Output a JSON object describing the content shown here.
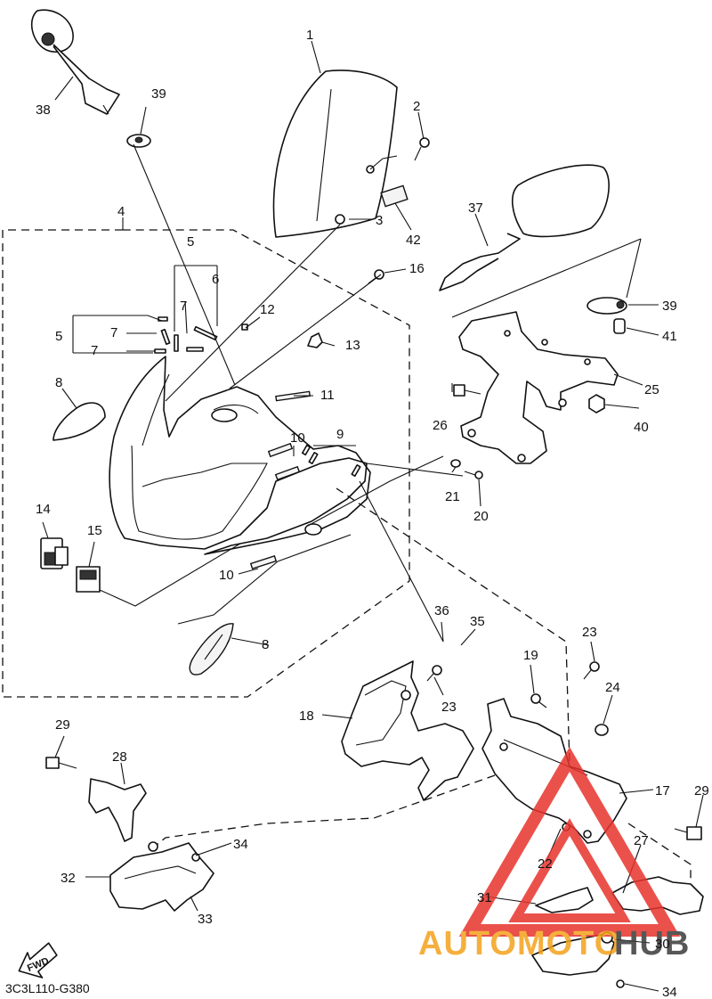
{
  "diagram_code": "3C3L110-G380",
  "direction_label": "FWD",
  "watermark": {
    "brand_left": "AUTOMOTO",
    "brand_right": "HUB",
    "color_red": "#e8332c",
    "color_orange": "#f4a21c",
    "color_dark": "#3a3a3a"
  },
  "callouts": [
    {
      "id": "c1",
      "text": "1"
    },
    {
      "id": "c2",
      "text": "2"
    },
    {
      "id": "c3",
      "text": "3"
    },
    {
      "id": "c4",
      "text": "4"
    },
    {
      "id": "c5a",
      "text": "5"
    },
    {
      "id": "c5b",
      "text": "5"
    },
    {
      "id": "c6",
      "text": "6"
    },
    {
      "id": "c7a",
      "text": "7"
    },
    {
      "id": "c7b",
      "text": "7"
    },
    {
      "id": "c7c",
      "text": "7"
    },
    {
      "id": "c8a",
      "text": "8"
    },
    {
      "id": "c8b",
      "text": "8"
    },
    {
      "id": "c9",
      "text": "9"
    },
    {
      "id": "c10a",
      "text": "10"
    },
    {
      "id": "c10b",
      "text": "10"
    },
    {
      "id": "c11",
      "text": "11"
    },
    {
      "id": "c12",
      "text": "12"
    },
    {
      "id": "c13",
      "text": "13"
    },
    {
      "id": "c14",
      "text": "14"
    },
    {
      "id": "c15",
      "text": "15"
    },
    {
      "id": "c16",
      "text": "16"
    },
    {
      "id": "c17",
      "text": "17"
    },
    {
      "id": "c18",
      "text": "18"
    },
    {
      "id": "c19",
      "text": "19"
    },
    {
      "id": "c20",
      "text": "20"
    },
    {
      "id": "c21",
      "text": "21"
    },
    {
      "id": "c22",
      "text": "22"
    },
    {
      "id": "c23a",
      "text": "23"
    },
    {
      "id": "c23b",
      "text": "23"
    },
    {
      "id": "c24",
      "text": "24"
    },
    {
      "id": "c25",
      "text": "25"
    },
    {
      "id": "c26",
      "text": "26"
    },
    {
      "id": "c27",
      "text": "27"
    },
    {
      "id": "c28",
      "text": "28"
    },
    {
      "id": "c29a",
      "text": "29"
    },
    {
      "id": "c29b",
      "text": "29"
    },
    {
      "id": "c30",
      "text": "30"
    },
    {
      "id": "c31",
      "text": "31"
    },
    {
      "id": "c32",
      "text": "32"
    },
    {
      "id": "c33",
      "text": "33"
    },
    {
      "id": "c34a",
      "text": "34"
    },
    {
      "id": "c34b",
      "text": "34"
    },
    {
      "id": "c35",
      "text": "35"
    },
    {
      "id": "c36",
      "text": "36"
    },
    {
      "id": "c37",
      "text": "37"
    },
    {
      "id": "c38",
      "text": "38"
    },
    {
      "id": "c39a",
      "text": "39"
    },
    {
      "id": "c39b",
      "text": "39"
    },
    {
      "id": "c40",
      "text": "40"
    },
    {
      "id": "c41",
      "text": "41"
    },
    {
      "id": "c42",
      "text": "42"
    }
  ]
}
